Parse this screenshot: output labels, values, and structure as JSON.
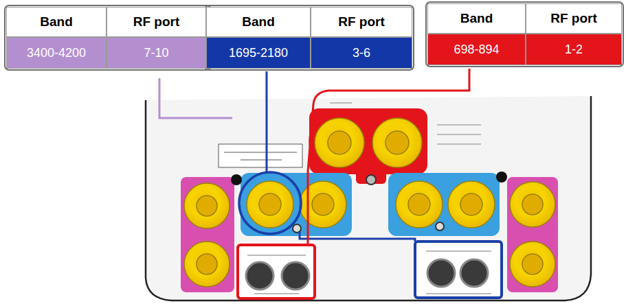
{
  "diagram": {
    "nodes": [
      {
        "text": [
          "Band"
        ]
      },
      {
        "text": [
          "RF port"
        ]
      },
      {
        "text": [
          "Band"
        ]
      },
      {
        "text": [
          "RF port"
        ]
      },
      {
        "text": [
          "Band"
        ]
      },
      {
        "text": [
          "RF port"
        ]
      },
      {
        "text": [
          "3400-4200"
        ]
      },
      {
        "text": [
          "7-10"
        ]
      },
      {
        "text": [
          "1695-2180"
        ]
      },
      {
        "text": [
          "3-6"
        ]
      },
      {
        "text": [
          "698-894"
        ]
      },
      {
        "text": [
          "1-2"
        ]
      }
    ]
  }
}
